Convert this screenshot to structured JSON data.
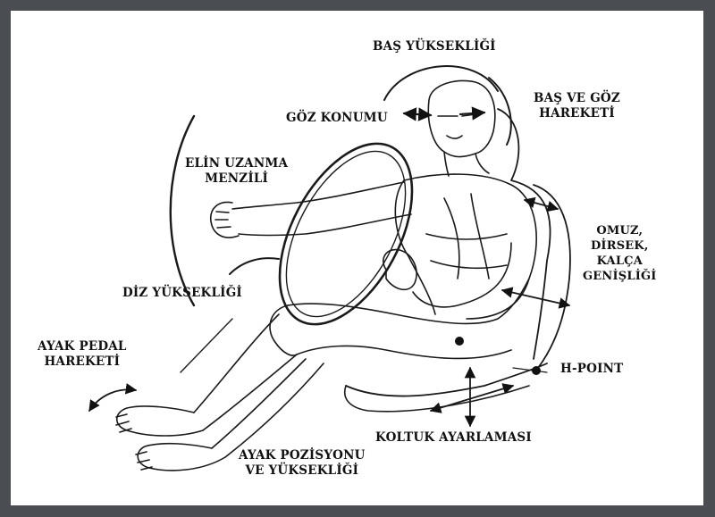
{
  "labels": {
    "head_height": "BAŞ YÜKSEKLİĞİ",
    "eye_position": "GÖZ KONUMU",
    "head_eye_movement": [
      "BAŞ VE GÖZ",
      "HAREKETİ"
    ],
    "hand_reach": [
      "ELİN UZANMA",
      "MENZİLİ"
    ],
    "knee_height": "DİZ YÜKSEKLİĞİ",
    "shoulder_widths": [
      "OMUZ,",
      "DİRSEK,",
      "KALÇA",
      "GENİŞLİĞİ"
    ],
    "foot_pedal": [
      "AYAK PEDAL",
      "HAREKETİ"
    ],
    "h_point": "H-POINT",
    "seat_adjust": "KOLTUK AYARLAMASI",
    "foot_position": [
      "AYAK POZİSYONU",
      "VE YÜKSEKLİĞİ"
    ]
  },
  "colors": {
    "frame": "#4a4d52",
    "background": "#ffffff",
    "ink": "#111111"
  }
}
